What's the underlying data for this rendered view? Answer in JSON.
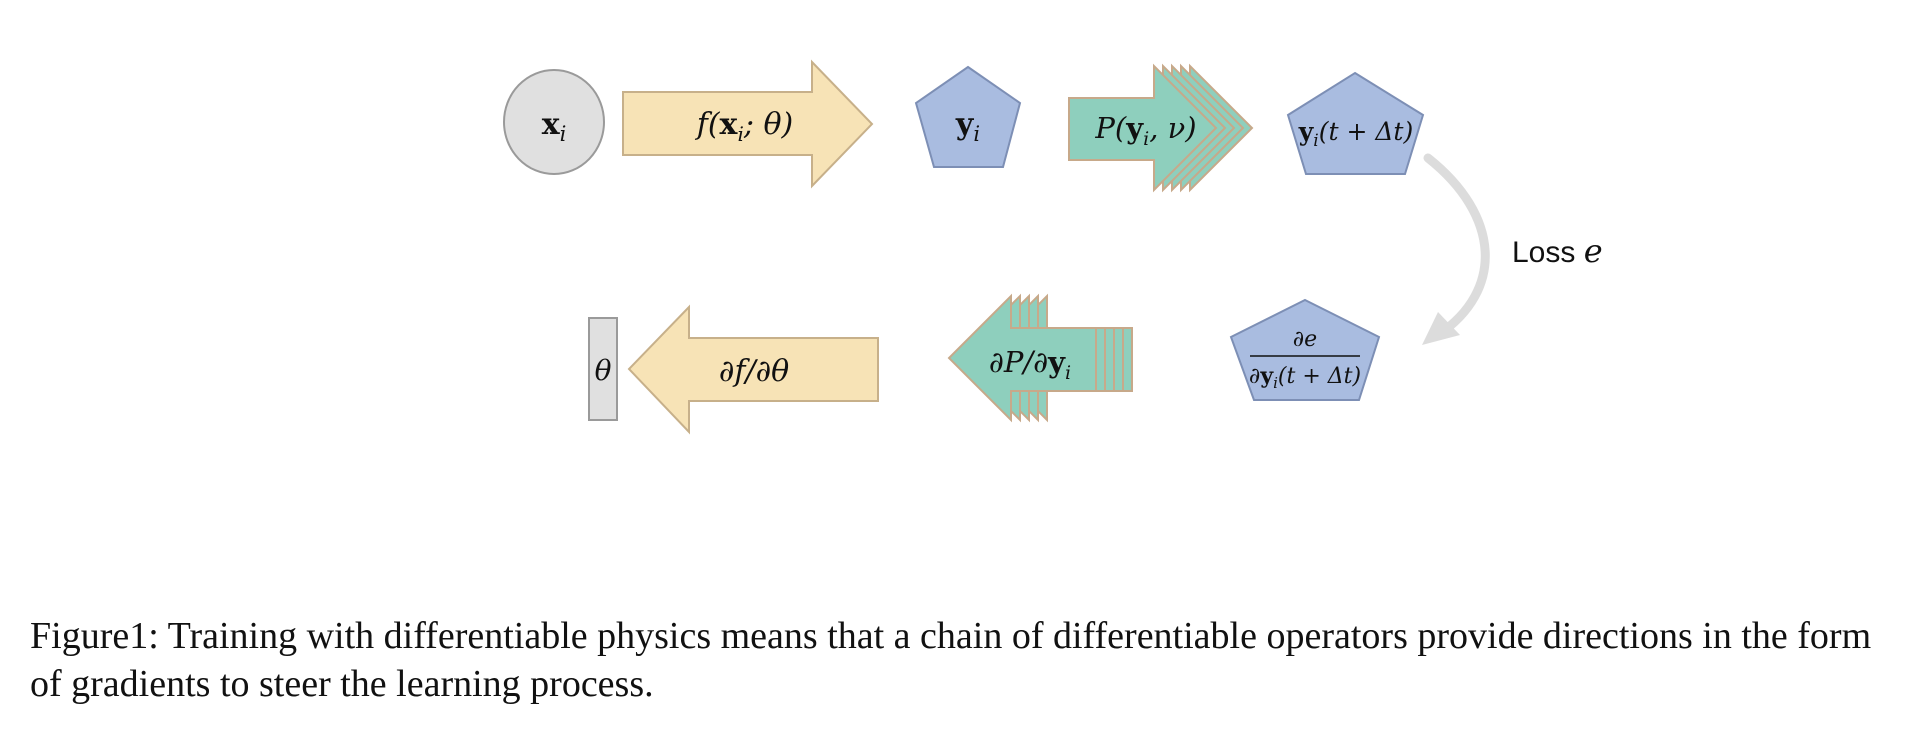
{
  "diagram": {
    "nodes": {
      "xi": {
        "var": "x",
        "sub": "i",
        "shape": "circle",
        "color": "#e0e0e0"
      },
      "f_arrow": {
        "parts": [
          "f(",
          "x",
          "i",
          "; θ)"
        ],
        "shape": "arrow-right",
        "color": "#f7e3b6"
      },
      "yi": {
        "var": "y",
        "sub": "i",
        "shape": "pentagon",
        "color": "#a9bce0"
      },
      "p_arrow": {
        "parts": [
          "P(",
          "y",
          "i",
          ", ν)"
        ],
        "shape": "stacked-arrow-right",
        "color": "#8ecfbd"
      },
      "y_next": {
        "var": "y",
        "sub": "i",
        "rest": "(t + Δt)",
        "shape": "pentagon",
        "color": "#a9bce0"
      },
      "grad_pent": {
        "num": "∂e",
        "den_pre": "∂",
        "den_var": "y",
        "den_sub": "i",
        "den_rest": "(t + Δt)",
        "shape": "pentagon",
        "color": "#a9bce0"
      },
      "dp_arrow": {
        "parts": [
          "∂P/∂",
          "y",
          "i"
        ],
        "shape": "stacked-arrow-left",
        "color": "#8ecfbd"
      },
      "df_arrow": {
        "label": "∂f/∂θ",
        "shape": "arrow-left",
        "color": "#f7e3b6"
      },
      "theta": {
        "label": "θ",
        "shape": "rectangle",
        "color": "#e0e0e0"
      }
    },
    "loss": {
      "label": "Loss",
      "var": "e"
    }
  },
  "caption": "Figure1: Training with differentiable physics means that a chain of differentiable operators provide directions in the form of gradients to steer the learning process."
}
